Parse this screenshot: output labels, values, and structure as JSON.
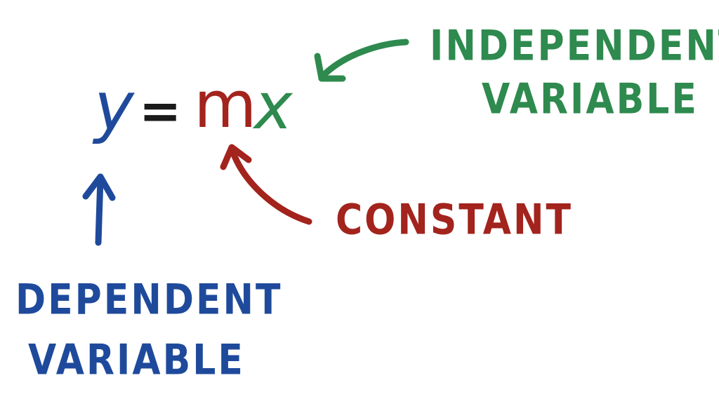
{
  "colors": {
    "dependent": "#1f4a9c",
    "equals": "#1a1a1a",
    "constant": "#a3231d",
    "independent": "#2e8a4e",
    "background": "#ffffff"
  },
  "equation": {
    "y": "y",
    "equals": "=",
    "m": "m",
    "x": "x"
  },
  "labels": {
    "independent_line1": "INDEPENDENT",
    "independent_line2": "VARIABLE",
    "constant": "CONSTANT",
    "dependent_line1": "DEPENDENT",
    "dependent_line2": "VARIABLE"
  }
}
